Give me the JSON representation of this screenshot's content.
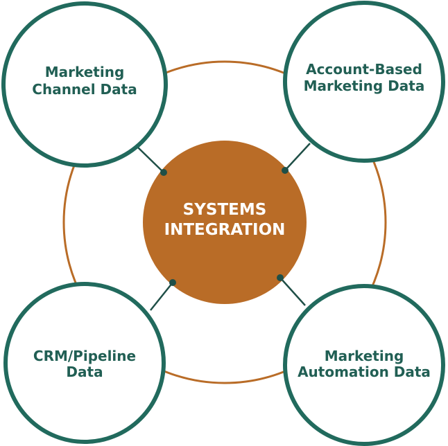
{
  "colors": {
    "ring": "#b96c27",
    "center_fill": "#b96c27",
    "node_stroke": "#216a5d",
    "node_text": "#215f54",
    "connector": "#1f4f47",
    "center_text": "#ffffff"
  },
  "center": {
    "line1": "SYSTEMS",
    "line2": "INTEGRATION"
  },
  "nodes": [
    {
      "line1": "Marketing",
      "line2": "Channel Data"
    },
    {
      "line1": "Account-Based",
      "line2": "Marketing Data"
    },
    {
      "line1": "CRM/Pipeline",
      "line2": "Data"
    },
    {
      "line1": "Marketing",
      "line2": "Automation Data"
    }
  ]
}
